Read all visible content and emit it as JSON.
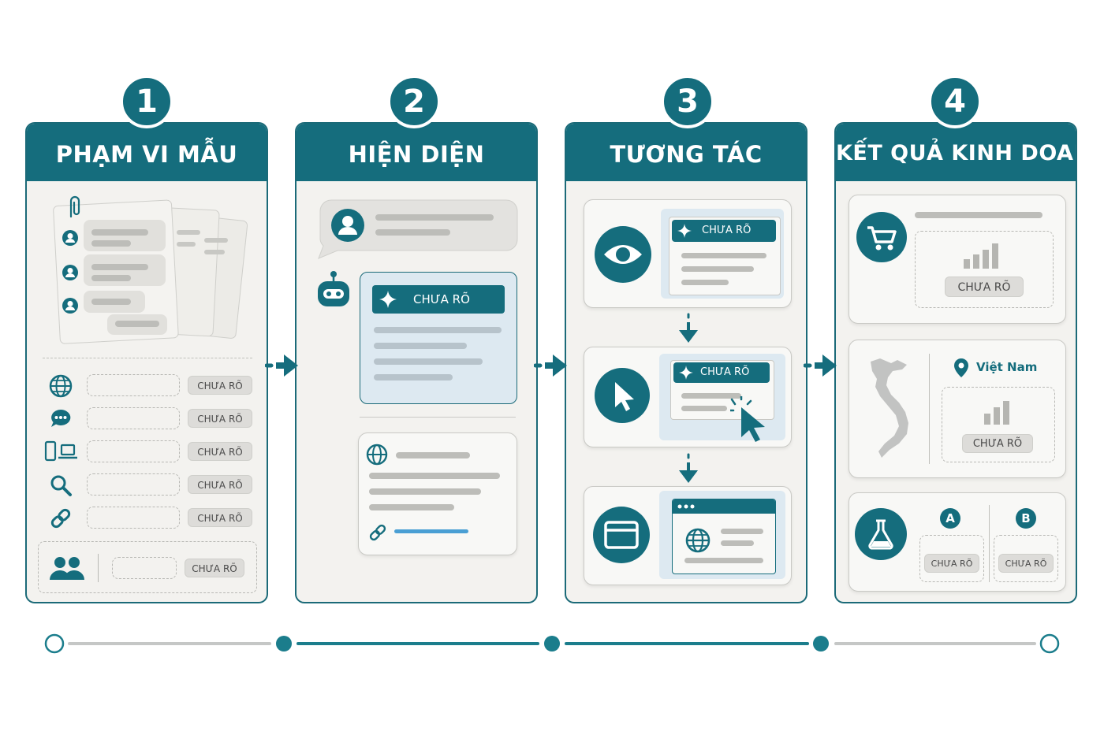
{
  "steps": [
    {
      "number": "1",
      "title": "PHẠM VI MẪU"
    },
    {
      "number": "2",
      "title": "HIỆN DIỆN"
    },
    {
      "number": "3",
      "title": "TƯƠNG TÁC"
    },
    {
      "number": "4",
      "title": "KẾT QUẢ KINH DOANH"
    }
  ],
  "placeholder_label": "CHƯA RÕ",
  "location_label": "Việt Nam",
  "ab_labels": {
    "a": "A",
    "b": "B"
  },
  "colors": {
    "teal": "#156d7d",
    "panel_bg": "#f3f2ef",
    "light_blue": "#dde9f1",
    "link_blue": "#4a9fd4"
  },
  "icons": {
    "panel1": [
      "paperclip-icon",
      "user-icon",
      "globe-icon",
      "chat-icon",
      "devices-icon",
      "search-icon",
      "link-icon",
      "users-icon"
    ],
    "panel2": [
      "user-icon",
      "robot-icon",
      "sparkle-icon",
      "globe-icon",
      "link-icon"
    ],
    "panel3": [
      "eye-icon",
      "cursor-icon",
      "browser-icon",
      "sparkle-icon",
      "globe-icon",
      "down-arrow-icon"
    ],
    "panel4": [
      "cart-icon",
      "bar-chart-icon",
      "vietnam-map-icon",
      "location-pin-icon",
      "flask-icon"
    ]
  }
}
